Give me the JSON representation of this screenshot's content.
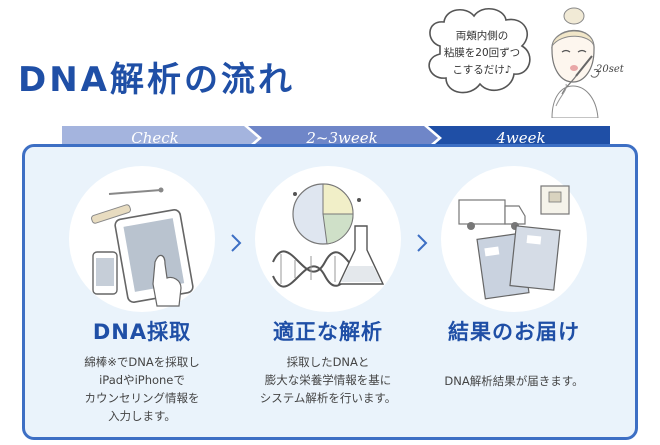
{
  "header": {
    "title": "DNA解析の流れ",
    "bubble_lines": [
      "両頬内側の",
      "粘膜を20回ずつ",
      "こするだけ♪"
    ],
    "count_label": "20set"
  },
  "ribbon": {
    "steps": [
      "Check",
      "2~3week",
      "4week"
    ],
    "colors": [
      "#a4b4de",
      "#6f86c8",
      "#1f4fa6"
    ]
  },
  "steps": [
    {
      "title": "DNA採取",
      "desc_lines": [
        "綿棒※でDNAを採取し",
        "iPadやiPhoneで",
        "カウンセリング情報を",
        "入力します。"
      ]
    },
    {
      "title": "適正な解析",
      "desc_lines": [
        "採取したDNAと",
        "膨大な栄養学情報を基に",
        "システム解析を行います。"
      ]
    },
    {
      "title": "結果のお届け",
      "desc_lines": [
        "DNA解析結果が届きます。"
      ]
    }
  ],
  "colors": {
    "accent": "#1f4fa6",
    "panel_bg": "#eaf3fb",
    "panel_border": "#3d6fc4"
  }
}
